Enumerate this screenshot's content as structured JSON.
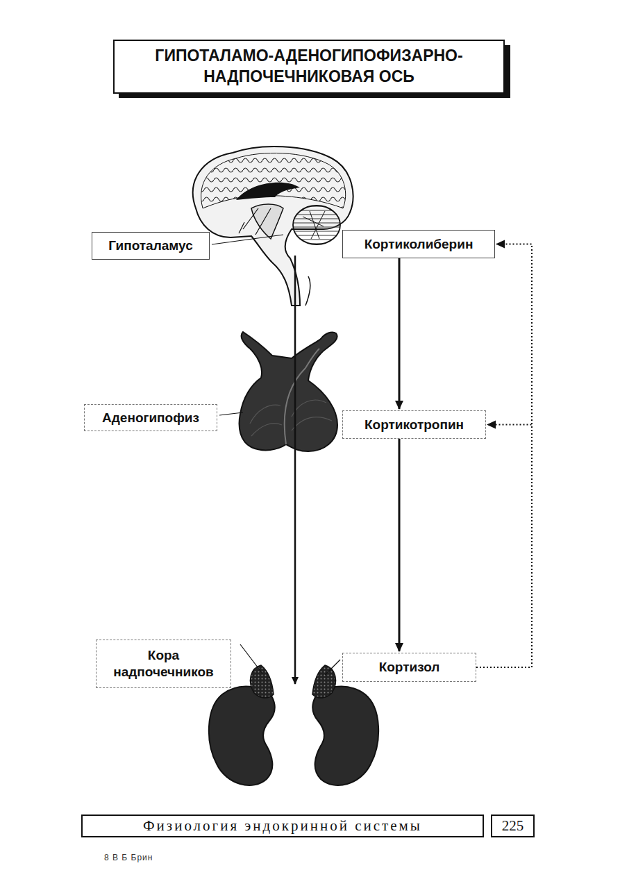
{
  "diagram": {
    "title": "ГИПОТАЛАМО-АДЕНОГИПОФИЗАРНО- НАДПОЧЕЧНИКОВАЯ ОСЬ",
    "nodes": [
      {
        "text": [
          "Гипоталамус"
        ]
      },
      {
        "text": [
          "Кортиколиберин"
        ]
      },
      {
        "text": [
          "Аденогипофиз"
        ]
      },
      {
        "text": [
          "Кортикотропин"
        ]
      },
      {
        "text": [
          "Кора надпочечников"
        ]
      },
      {
        "text": [
          "Кортизол"
        ]
      },
      {
        "text": [
          "Физиология эндокринной системы"
        ]
      },
      {
        "text": [
          "225"
        ]
      }
    ],
    "edges": [
      {
        "from": 1,
        "to": 3,
        "arrow": "to"
      },
      {
        "from": 3,
        "to": 5,
        "arrow": "to"
      },
      {
        "from": 5,
        "to": 1,
        "arrow": "to"
      },
      {
        "from": 5,
        "to": 3,
        "arrow": "to"
      }
    ],
    "labels": [
      "8 В Б Брин"
    ]
  }
}
